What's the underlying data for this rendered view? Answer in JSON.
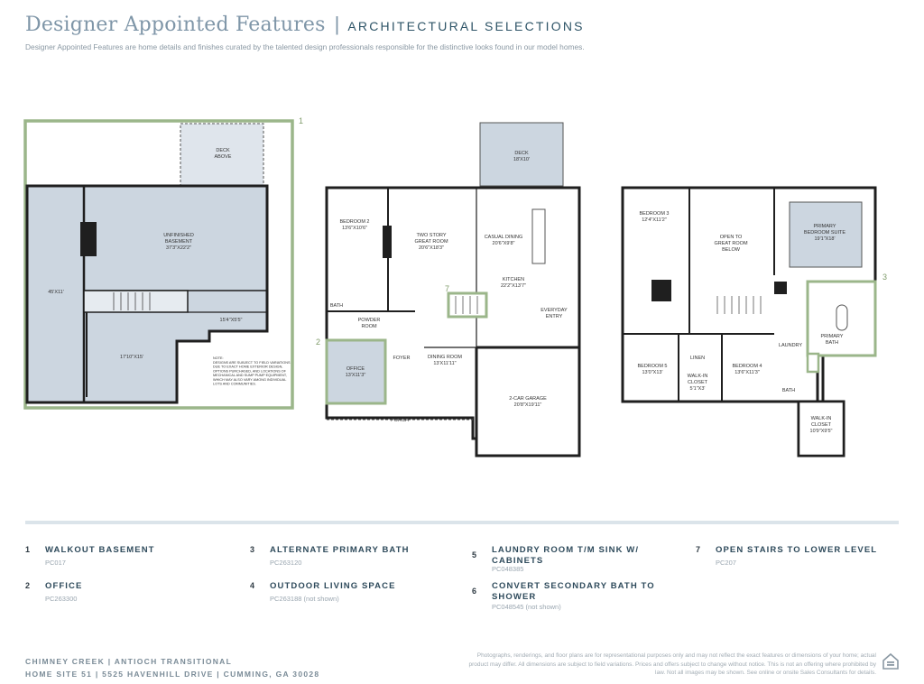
{
  "header": {
    "title": "Designer Appointed Features",
    "separator": "|",
    "subtitle": "ARCHITECTURAL SELECTIONS",
    "intro": "Designer Appointed Features are home details and finishes curated by the talented design professionals responsible for the distinctive looks found in our model homes."
  },
  "plan_labels": {
    "callout_1": "1",
    "callout_2": "2",
    "callout_3": "3",
    "callout_7": "7",
    "deck_above": "DECK\nABOVE",
    "unfinished_basement": "UNFINISHED\nBASEMENT\n37'3\"X22'2\"",
    "basement_left": "45'X11'",
    "basement_lower": "17'10\"X15'",
    "basement_right": "15'4\"X5'5\"",
    "basement_note": "NOTE:\nDESIGNS ARE SUBJECT TO FIELD VARIATIONS\nDUE TO EXACT HOME EXTERIOR DESIGN,\nOPTIONS PURCHASED, AND LOCATIONS OF\nMECHANICAL AND SUMP PUMP EQUIPMENT,\nWHICH MAY ALSO VARY AMONG INDIVIDUAL\nLOTS AND COMMUNITIES.",
    "deck": "DECK\n18'X10'",
    "bedroom_2": "BEDROOM 2\n13'6\"X10'6\"",
    "great_room": "TWO STORY\nGREAT ROOM\n20'6\"X18'3\"",
    "casual_dining": "CASUAL DINING\n20'6\"X9'8\"",
    "kitchen": "KITCHEN\n22'2\"X13'7\"",
    "bath": "BATH",
    "powder_room": "POWDER\nROOM",
    "everyday_entry": "EVERYDAY\nENTRY",
    "office": "OFFICE\n13'X11'3\"",
    "foyer": "FOYER",
    "dining_room": "DINING ROOM\n13'X11'11\"",
    "garage": "2-CAR GARAGE\n20'8\"X19'11\"",
    "porch": "PORCH",
    "bedroom_3": "BEDROOM 3\n12'4\"X11'2\"",
    "open_to_great": "OPEN TO\nGREAT ROOM\nBELOW",
    "primary_suite": "PRIMARY\nBEDROOM SUITE\n19'1\"X18'",
    "primary_bath": "PRIMARY\nBATH",
    "bedroom_5": "BEDROOM 5\n13'0\"X13'",
    "bedroom_4": "BEDROOM 4\n13'6\"X11'3\"",
    "walkin_closet": "WALK-IN\nCLOSET\n5'1\"X3'",
    "laundry": "LAUNDRY",
    "primary_closet": "WALK-IN\nCLOSET\n10'9\"X9'5\"",
    "bath_upper": "BATH",
    "linen": "LINEN"
  },
  "features": [
    {
      "num": "1",
      "name": "WALKOUT BASEMENT",
      "code": "PC017"
    },
    {
      "num": "2",
      "name": "OFFICE",
      "code": "PC263300"
    },
    {
      "num": "3",
      "name": "ALTERNATE PRIMARY BATH",
      "code": "PC263120"
    },
    {
      "num": "4",
      "name": "OUTDOOR LIVING SPACE",
      "code": "PC263188 (not shown)"
    },
    {
      "num": "5",
      "name": "LAUNDRY ROOM T/M SINK W/ CABINETS",
      "code": "PC048385"
    },
    {
      "num": "6",
      "name": "CONVERT SECONDARY BATH TO SHOWER",
      "code": "PC048545 (not shown)"
    },
    {
      "num": "7",
      "name": "OPEN STAIRS TO LOWER LEVEL",
      "code": "PC207"
    }
  ],
  "footer": {
    "line1": "CHIMNEY CREEK  |  ANTIOCH TRANSITIONAL",
    "line2": "HOME SITE 51  |  5525 HAVENHILL DRIVE  |  CUMMING, GA 30028",
    "disclaimer": "Photographs, renderings, and floor plans are for representational purposes only and may not reflect the exact features or dimensions of your home; actual product may differ. All dimensions are subject to field variations. Prices and offers subject to change without notice. This is not an offering where prohibited by law. Not all images may be shown. See online or onsite Sales Consultants for details."
  },
  "colors": {
    "highlight_green": "#9bb68a",
    "room_fill": "#ccd6e0",
    "wall": "#1f1f1f",
    "title_blue": "#7f96a8",
    "subtitle_navy": "#2e5467"
  },
  "icons": [
    "equal-housing-icon"
  ]
}
